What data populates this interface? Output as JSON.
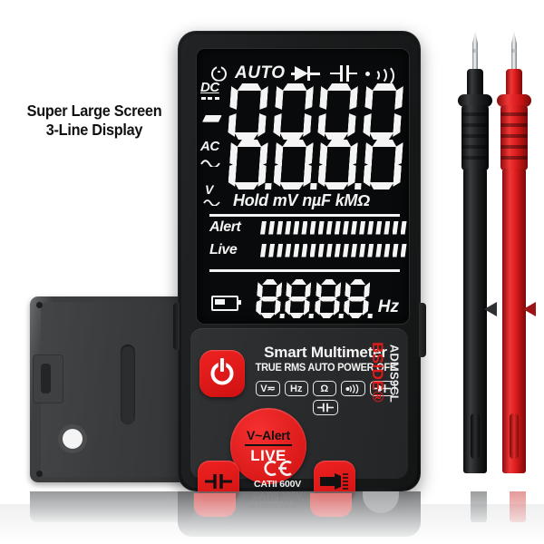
{
  "caption": {
    "line1": "Super Large Screen",
    "line2": "3-Line Display"
  },
  "lcd": {
    "annunciators_top": [
      {
        "name": "power-icon",
        "label": "power"
      },
      {
        "name": "auto-label",
        "label": "AUTO"
      },
      {
        "name": "diode-icon",
        "label": "diode"
      },
      {
        "name": "capacitor-icon",
        "label": "capacitor"
      },
      {
        "name": "continuity-icon",
        "label": "continuity"
      }
    ],
    "mode_dc": "DC",
    "mode_ac": "AC",
    "mode_volt": "V",
    "main_value": "0000",
    "second_value": "0.0.0.0",
    "units": [
      "Hold",
      "mV",
      "nµF",
      "kMΩ"
    ],
    "bar_alert_label": "Alert",
    "bar_live_label": "Live",
    "bar_alert_segments": 18,
    "bar_live_segments": 18,
    "bottom_value": "8.8.8.8",
    "bottom_unit": "Hz",
    "battery_icon": "battery-icon"
  },
  "panel": {
    "title": "Smart Multimeter",
    "subtitle": "TRUE RMS AUTO POWER OFF",
    "badges": [
      {
        "name": "badge-voltage",
        "label": "V≂"
      },
      {
        "name": "badge-frequency",
        "label": "Hz"
      },
      {
        "name": "badge-resistance",
        "label": "Ω"
      },
      {
        "name": "badge-continuity",
        "label": "continuity"
      },
      {
        "name": "badge-diode",
        "label": "diode"
      },
      {
        "name": "badge-capacitance",
        "label": "capacitance"
      }
    ],
    "live_button_top": "V~Alert",
    "live_button_bottom": "LIVE",
    "power_button": "power-button",
    "cap_button": "capacitance-button",
    "torch_button": "flashlight-button",
    "ce_mark": "CE",
    "cat_line1": "CATII  600V",
    "cat_line2": "CATIII 300V",
    "brand": "BSIDE®",
    "model": "ADMS9CL"
  },
  "probes": {
    "black_label": "black-test-probe",
    "red_label": "red-test-probe"
  },
  "reflection": {
    "cat_text": "CATIII300V"
  },
  "colors": {
    "red": "#e01a1a",
    "button_red": "#ef2222",
    "body_dark": "#1a1c1d",
    "lcd_black": "#090a0b",
    "segment_white": "#f4f4f4"
  }
}
